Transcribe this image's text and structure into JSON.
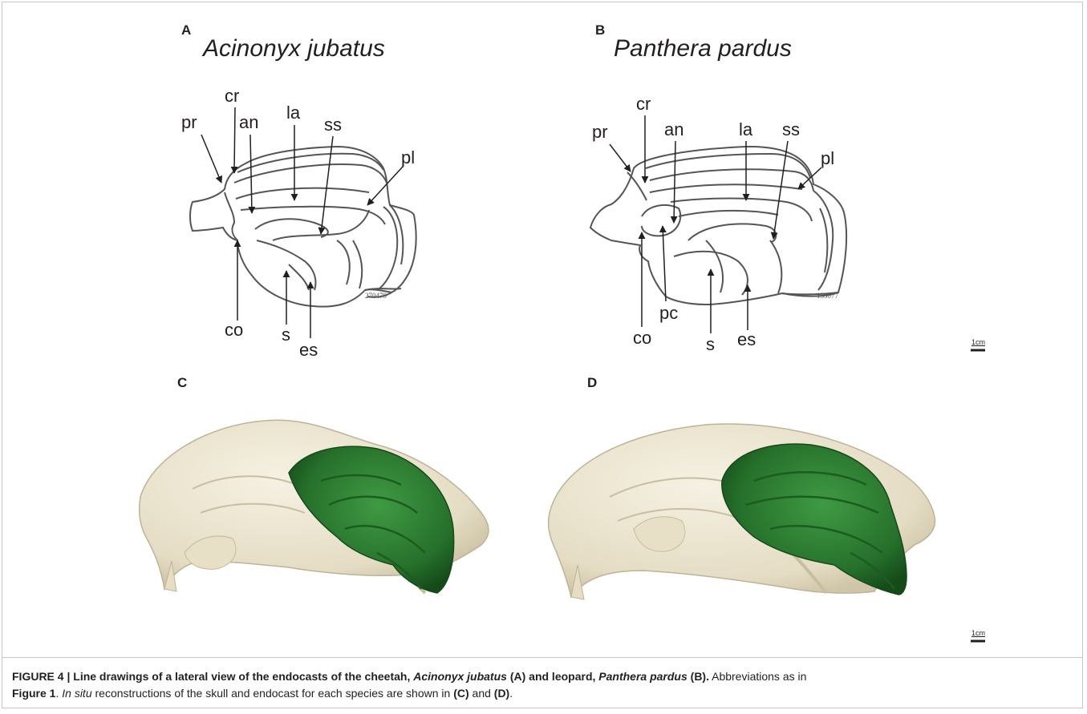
{
  "panels": {
    "a": {
      "letter": "A",
      "species": "Acinonyx jubatus",
      "specimen": "270479",
      "labels": [
        "pr",
        "cr",
        "an",
        "la",
        "ss",
        "pl",
        "co",
        "s",
        "es"
      ]
    },
    "b": {
      "letter": "B",
      "species": "Panthera pardus",
      "specimen": "135077",
      "labels": [
        "pr",
        "cr",
        "an",
        "la",
        "ss",
        "pl",
        "co",
        "pc",
        "s",
        "es"
      ]
    },
    "c": {
      "letter": "C"
    },
    "d": {
      "letter": "D"
    }
  },
  "scale_bar": "1cm",
  "caption": {
    "title_prefix": "FIGURE 4 | Line drawings of a lateral view of the endocasts of the cheetah, ",
    "title_species_1": "Acinonyx jubatus",
    "title_mid_1": " (A) and leopard, ",
    "title_species_2": "Panthera pardus",
    "title_mid_2": " (B).",
    "text_1": " Abbreviations as in",
    "ref": "Figure 1",
    "text_2": ". ",
    "in_situ": "In situ",
    "text_3": " reconstructions of the skull and endocast for each species are shown in ",
    "ref_c": "(C)",
    "text_and": " and ",
    "ref_d": "(D)",
    "text_end": "."
  },
  "colors": {
    "line": "#555555",
    "skull": "#ede6d2",
    "endocast": "#2f7d32",
    "endocast_dark": "#1d5a22"
  }
}
